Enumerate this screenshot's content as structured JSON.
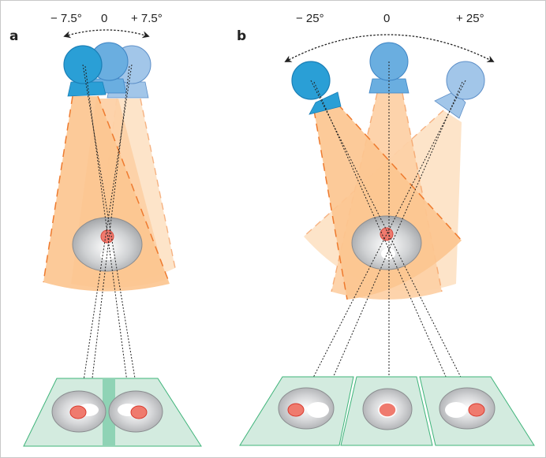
{
  "panels": {
    "a": {
      "label": "a",
      "angles": [
        "− 7.5°",
        "0",
        "+ 7.5°"
      ]
    },
    "b": {
      "label": "b",
      "angles": [
        "− 25°",
        "0",
        "+ 25°"
      ]
    }
  },
  "colors": {
    "tube_dark": "#2a9fd6",
    "tube_mid": "#6aaee0",
    "tube_light": "#a2c6e9",
    "beam": "#fbc48c",
    "beam_dash": "#ee7a2e",
    "organ_gray": "#b9bbbe",
    "lesion_red": "#ef7a6e",
    "detector_green": "#d3ebdf",
    "detector_edge": "#3fb47a",
    "center_strip": "#8fd3b5"
  }
}
